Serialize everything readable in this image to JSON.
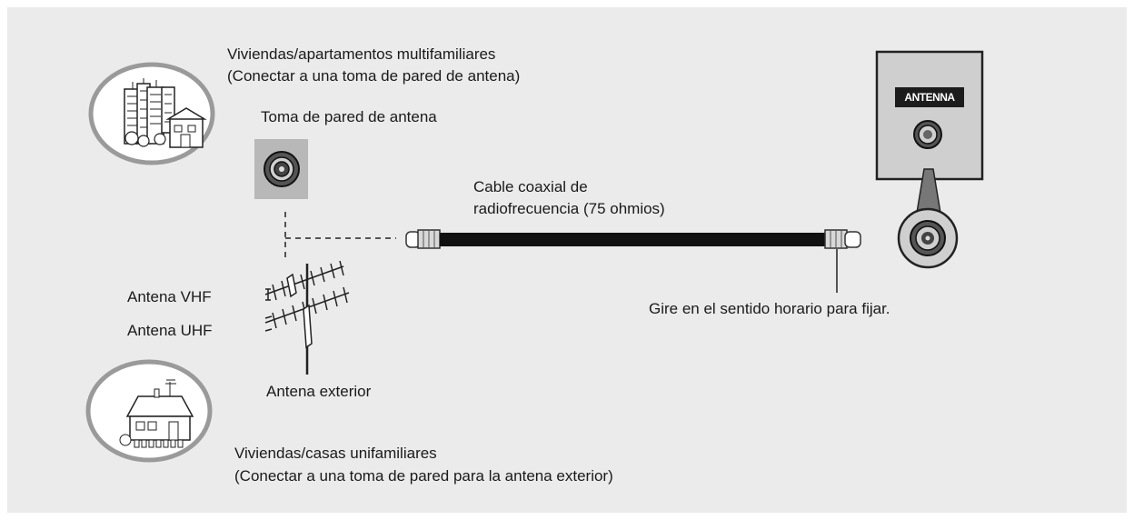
{
  "apartments": {
    "line1": "Viviendas/apartamentos multifamiliares",
    "line2": "(Conectar a una toma de pared de antena)"
  },
  "wall_outlet_label": "Toma de pared de antena",
  "cable": {
    "line1": "Cable coaxial de",
    "line2": "radiofrecuencia (75 ohmios)"
  },
  "tv_port_label": "ANTENNA",
  "twist_note": "Gire en el sentido horario para fijar.",
  "antenna": {
    "vhf": "Antena VHF",
    "uhf": "Antena UHF",
    "outdoor": "Antena exterior"
  },
  "houses": {
    "line1": "Viviendas/casas unifamiliares",
    "line2": "(Conectar a una toma de pared para la antena exterior)"
  },
  "colors": {
    "panel": "#ebebeb",
    "cable": "#111111",
    "outlet_plate": "#b8b8b8",
    "tv_panel": "#cfcfcf",
    "label_box": "#1c1c1c"
  }
}
